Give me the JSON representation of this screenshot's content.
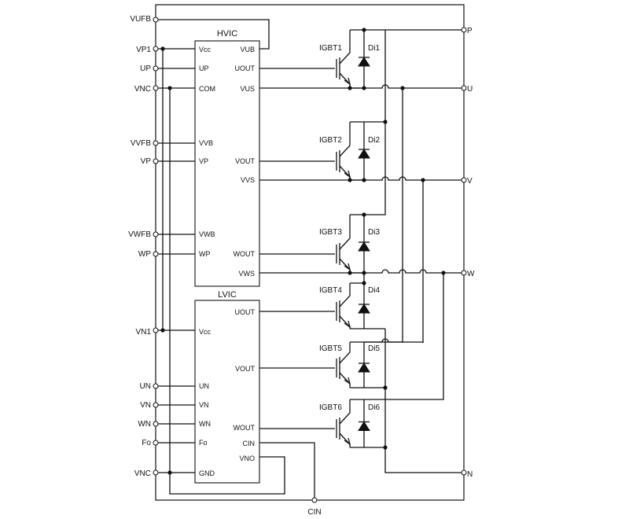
{
  "hvic": {
    "title": "HVIC",
    "left_pins": [
      "Vcc",
      "UP",
      "COM",
      "VVB",
      "VP",
      "VWB",
      "WP"
    ],
    "right_pins": [
      "VUB",
      "UOUT",
      "VUS",
      "VOUT",
      "VVS",
      "WOUT",
      "VWS"
    ]
  },
  "lvic": {
    "title": "LVIC",
    "left_pins": [
      "Vcc",
      "UN",
      "VN",
      "WN",
      "Fo",
      "GND"
    ],
    "right_pins": [
      "UOUT",
      "VOUT",
      "WOUT",
      "CIN",
      "VNO"
    ]
  },
  "left_terminals": [
    "VUFB",
    "VP1",
    "UP",
    "VNC",
    "VVFB",
    "VP",
    "VWFB",
    "WP",
    "VN1",
    "UN",
    "VN",
    "WN",
    "Fo",
    "VNC"
  ],
  "right_terminals": [
    "P",
    "U",
    "V",
    "W",
    "N"
  ],
  "bottom_terminal": "CIN",
  "switches": [
    {
      "igbt": "IGBT1",
      "diode": "Di1"
    },
    {
      "igbt": "IGBT2",
      "diode": "Di2"
    },
    {
      "igbt": "IGBT3",
      "diode": "Di3"
    },
    {
      "igbt": "IGBT4",
      "diode": "Di4"
    },
    {
      "igbt": "IGBT5",
      "diode": "Di5"
    },
    {
      "igbt": "IGBT6",
      "diode": "Di6"
    }
  ]
}
